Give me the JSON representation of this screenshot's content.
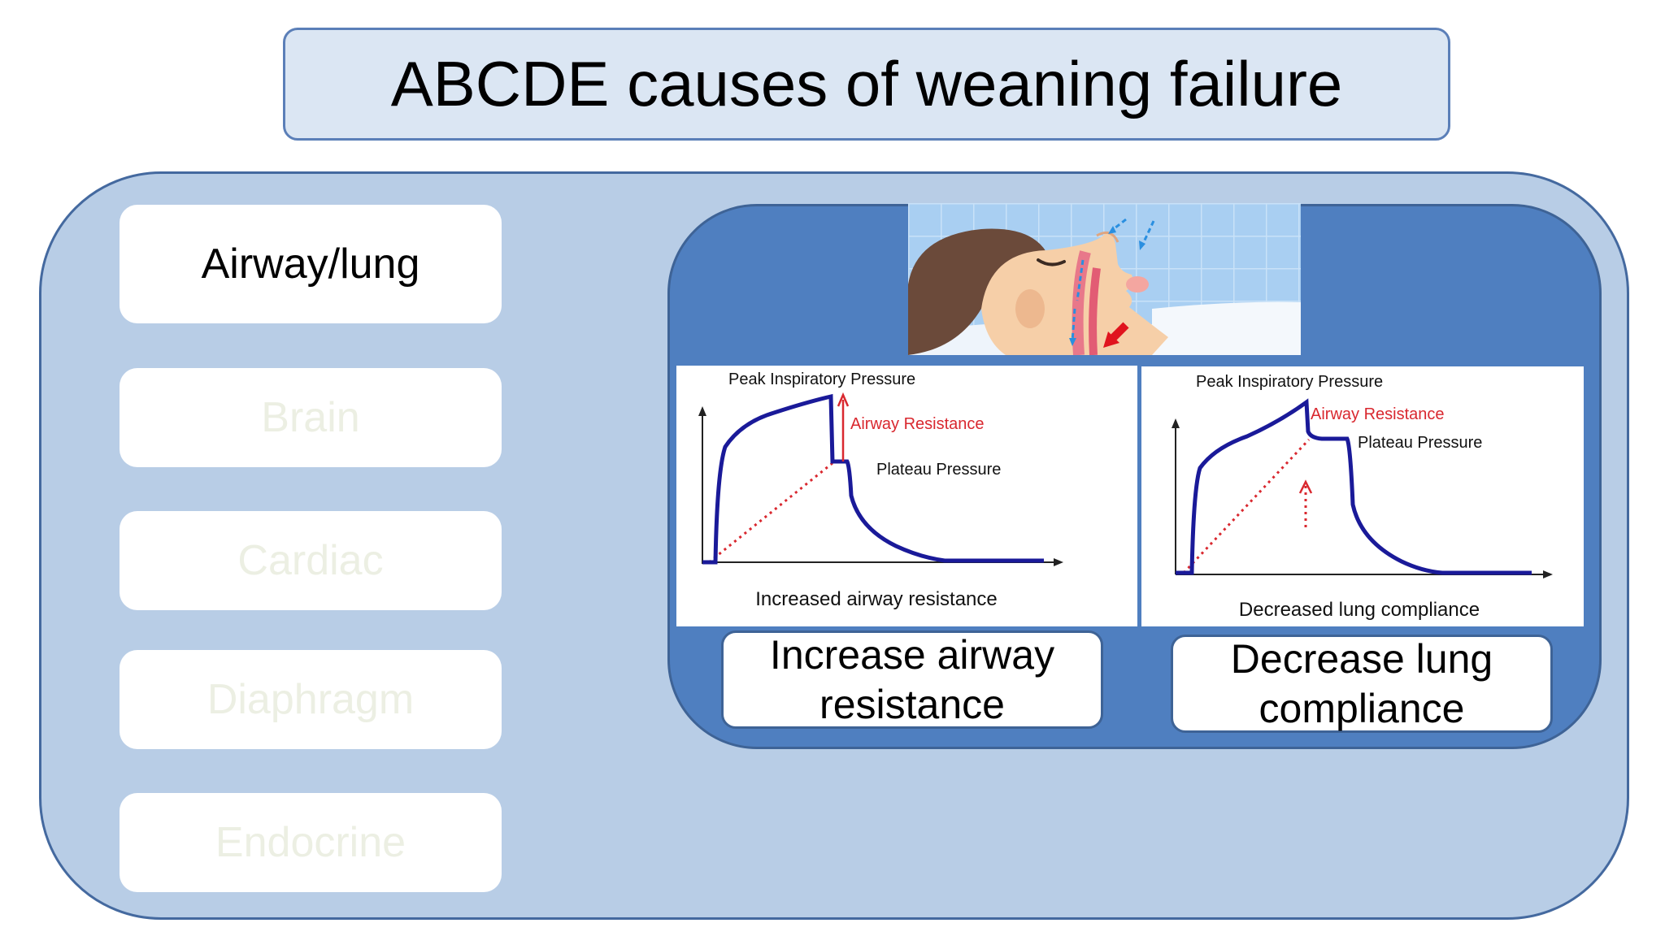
{
  "title": "ABCDE causes of weaning failure",
  "menu": [
    {
      "label": "Airway/lung",
      "state": "active"
    },
    {
      "label": "Brain",
      "state": "faded"
    },
    {
      "label": "Cardiac",
      "state": "faded"
    },
    {
      "label": "Diaphragm",
      "state": "faded"
    },
    {
      "label": "Endocrine",
      "state": "faded"
    }
  ],
  "illustration": {
    "icon": "sleeping-person-airway-illustration"
  },
  "graphs": [
    {
      "top_label": "Peak Inspiratory Pressure",
      "red_label": "Airway Resistance",
      "plateau_label": "Plateau Pressure",
      "caption": "Increased airway resistance"
    },
    {
      "top_label": "Peak Inspiratory Pressure",
      "red_label": "Airway Resistance",
      "plateau_label": "Plateau Pressure",
      "caption": "Decreased lung compliance"
    }
  ],
  "captions": [
    {
      "line1": "Increase airway",
      "line2": "resistance"
    },
    {
      "line1": "Decrease lung",
      "line2": "compliance"
    }
  ],
  "colors": {
    "curve": "#1a1a99",
    "red": "#d9282f",
    "panel_light": "#b8cde6",
    "panel_dark": "#4f7fc0",
    "title_bg": "#dbe6f3"
  }
}
